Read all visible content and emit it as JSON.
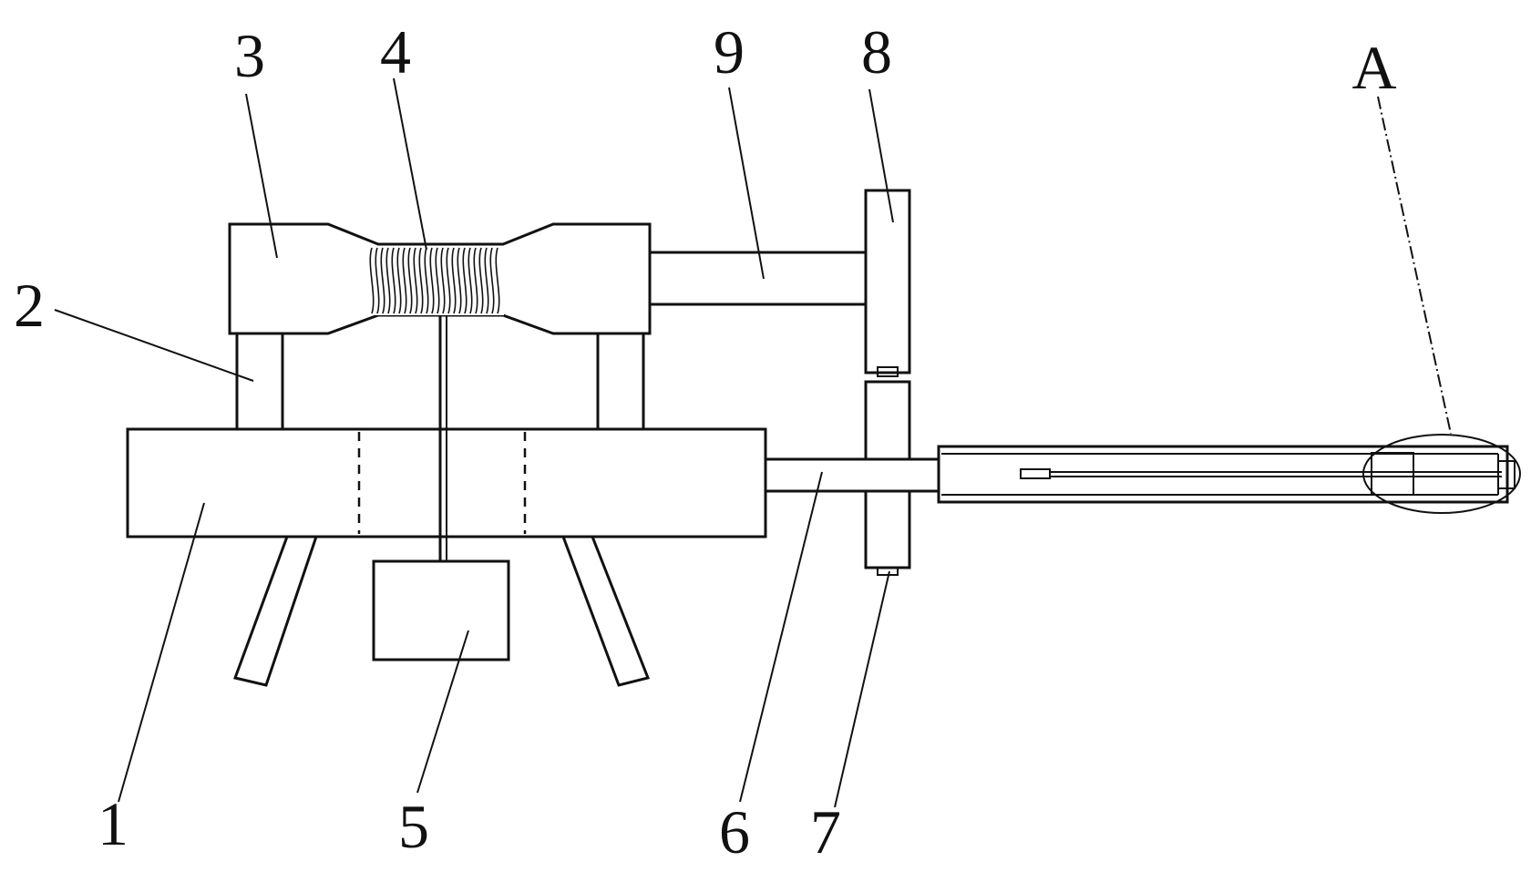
{
  "diagram": {
    "labels": {
      "l1": "1",
      "l2": "2",
      "l3": "3",
      "l4": "4",
      "l5": "5",
      "l6": "6",
      "l7": "7",
      "l8": "8",
      "l9": "9",
      "lA": "A"
    }
  }
}
